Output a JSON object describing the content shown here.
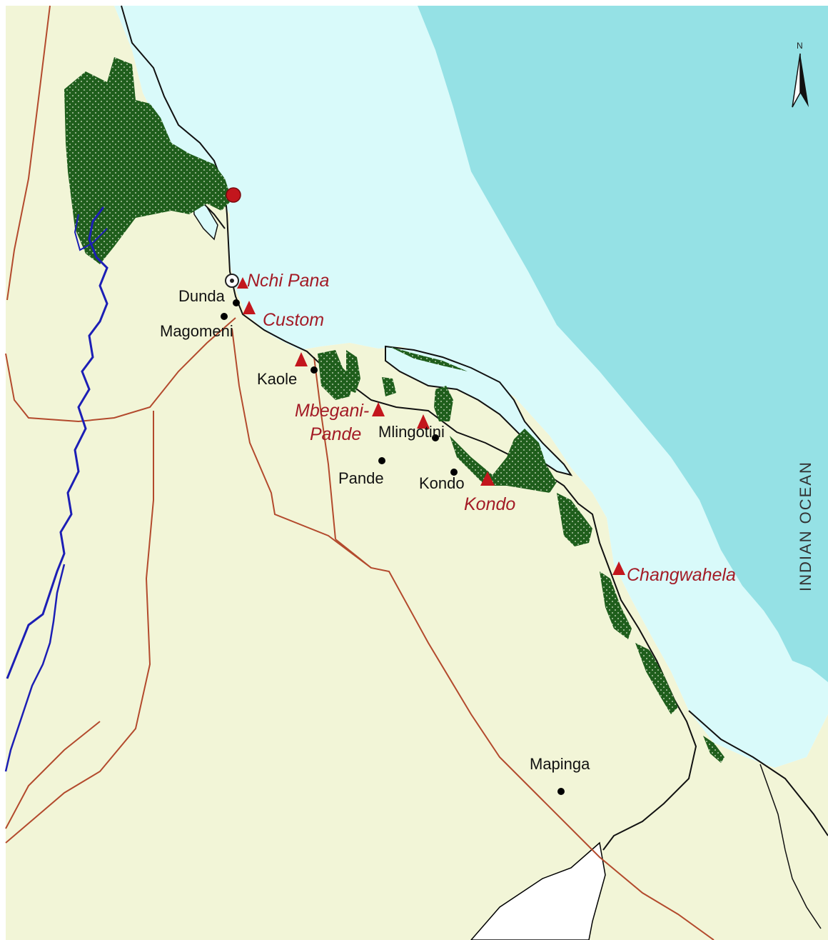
{
  "colors": {
    "land": "#f2f5d7",
    "sea_shallow": "#d9fafa",
    "sea_deep": "#95e1e5",
    "mangrove": "#1f5e1c",
    "river": "#1c1eb5",
    "road": "#b34a2d",
    "site_marker": "#c3161d",
    "site_label": "#a31b26",
    "town_dot": "#000000"
  },
  "map": {
    "ocean_label": "INDIAN OCEAN",
    "north_label": "N",
    "towns": [
      {
        "id": "dunda",
        "label": "Dunda"
      },
      {
        "id": "magomeni",
        "label": "Magomeni"
      },
      {
        "id": "kaole",
        "label": "Kaole"
      },
      {
        "id": "mlingotini",
        "label": "Mlingotini"
      },
      {
        "id": "pande",
        "label": "Pande"
      },
      {
        "id": "kondo-town",
        "label": "Kondo"
      },
      {
        "id": "mapinga",
        "label": "Mapinga"
      }
    ],
    "sites": [
      {
        "id": "nchi-pana",
        "label": "Nchi Pana"
      },
      {
        "id": "custom",
        "label": "Custom"
      },
      {
        "id": "mbegani-pande",
        "label_line1": "Mbegani-",
        "label_line2": "Pande"
      },
      {
        "id": "kondo-site",
        "label": "Kondo"
      },
      {
        "id": "changwahela",
        "label": "Changwahela"
      }
    ]
  }
}
